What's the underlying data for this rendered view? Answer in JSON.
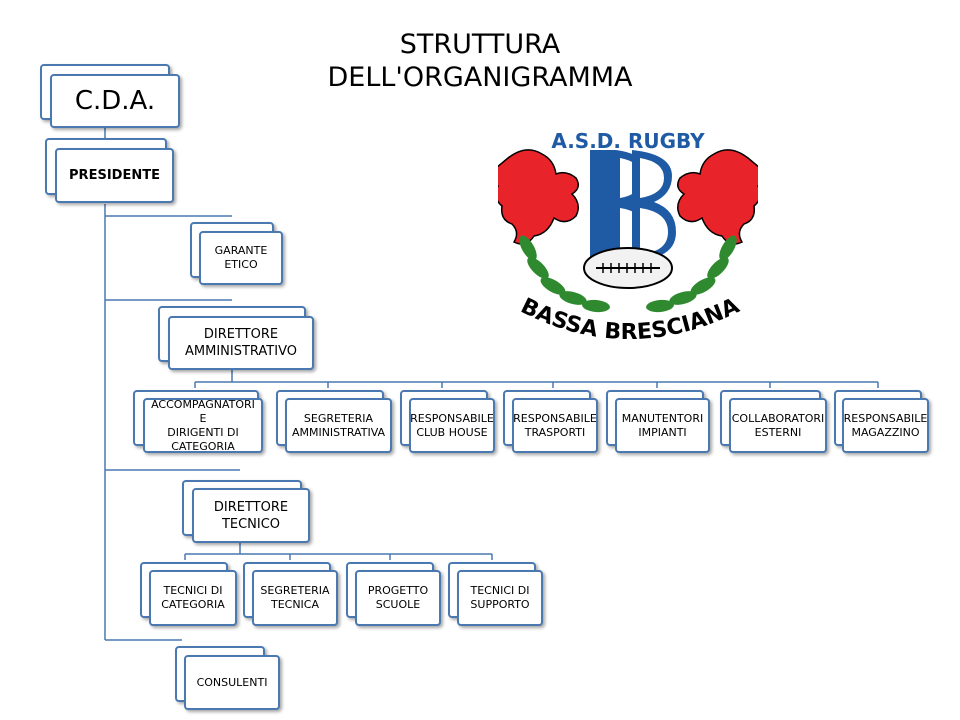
{
  "title": {
    "line1": "STRUTTURA",
    "line2": "DELL'ORGANIGRAMMA"
  },
  "colors": {
    "border": "#4a78b0",
    "logo_red": "#e8232a",
    "logo_blue": "#1f5aa5",
    "logo_green": "#2f8a2f"
  },
  "org": {
    "cda": "C.D.A.",
    "presidente": "PRESIDENTE",
    "garante": "GARANTE\nETICO",
    "direttore_amministrativo": "DIRETTORE\nAMMINISTRATIVO",
    "amministrativo_units": [
      "ACCOMPAGNATORI E\nDIRIGENTI DI\nCATEGORIA",
      "SEGRETERIA\nAMMINISTRATIVA",
      "RESPONSABILE\nCLUB HOUSE",
      "RESPONSABILE\nTRASPORTI",
      "MANUTENTORI\nIMPIANTI",
      "COLLABORATORI\nESTERNI",
      "RESPONSABILE\nMAGAZZINO"
    ],
    "direttore_tecnico": "DIRETTORE\nTECNICO",
    "tecnico_units": [
      "TECNICI DI\nCATEGORIA",
      "SEGRETERIA\nTECNICA",
      "PROGETTO\nSCUOLE",
      "TECNICI DI\nSUPPORTO"
    ],
    "consulenti": "CONSULENTI"
  },
  "logo": {
    "top_text": "A.S.D. RUGBY",
    "bottom_text": "BASSA BRESCIANA"
  }
}
